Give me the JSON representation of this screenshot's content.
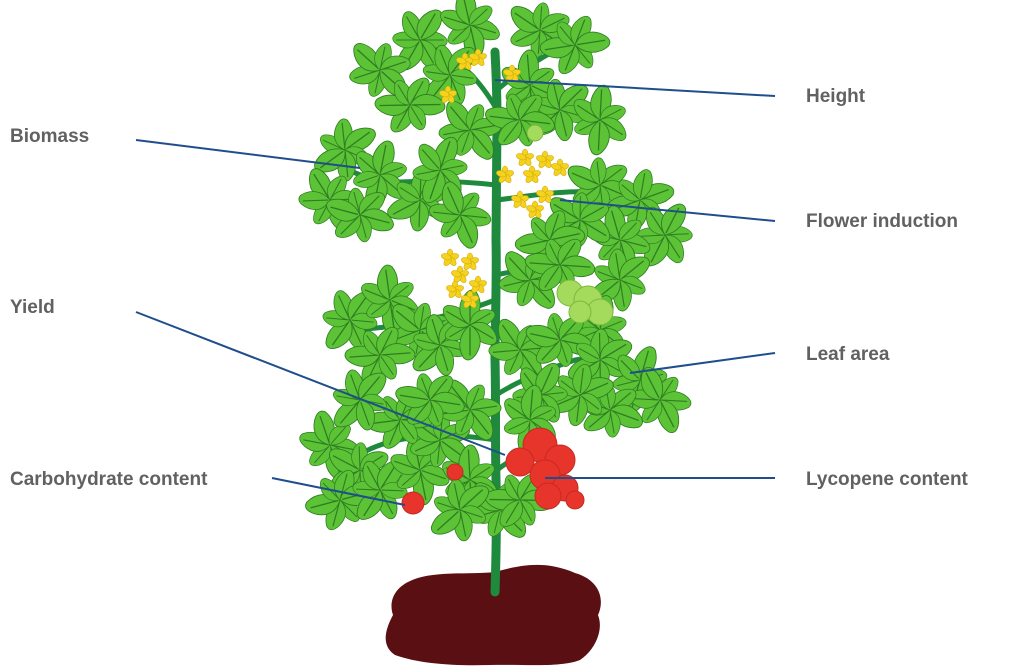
{
  "colors": {
    "label_text": "#616161",
    "leader_line": "#1f4e8c",
    "leaf_fill": "#5cc236",
    "leaf_vein": "#2f7d22",
    "stem": "#1f8a3e",
    "flower": "#f5d21c",
    "tomato_red": "#e8352b",
    "tomato_green": "#a4db5d",
    "soil": "#5a0f13"
  },
  "labels": {
    "biomass": "Biomass",
    "yield": "Yield",
    "carbohydrate": "Carbohydrate content",
    "height": "Height",
    "flower_induction": "Flower induction",
    "leaf_area": "Leaf area",
    "lycopene": "Lycopene content"
  }
}
